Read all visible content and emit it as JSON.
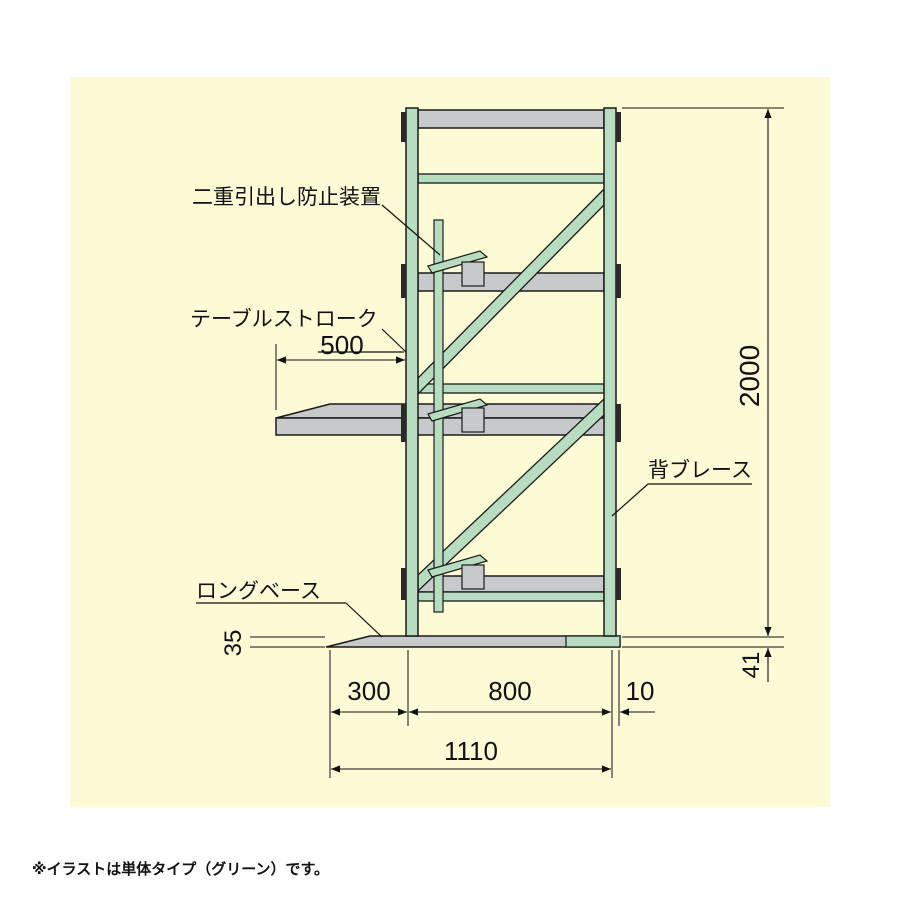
{
  "labels": {
    "double_pull_stop": "二重引出し防止装置",
    "table_stroke": "テーブルストローク",
    "back_brace": "背ブレース",
    "long_base": "ロングベース"
  },
  "dimensions": {
    "stroke": "500",
    "height": "2000",
    "base_height": "35",
    "foot_height": "41",
    "front": "300",
    "depth": "800",
    "rear": "10",
    "total": "1110"
  },
  "note": "※イラストは単体タイプ（グリーン）です。",
  "colors": {
    "background_panel": "#fdfbd6",
    "frame_green": "#b7dcbf",
    "shelf_gray": "#c7c9ca",
    "outline": "#1a1a1a"
  }
}
